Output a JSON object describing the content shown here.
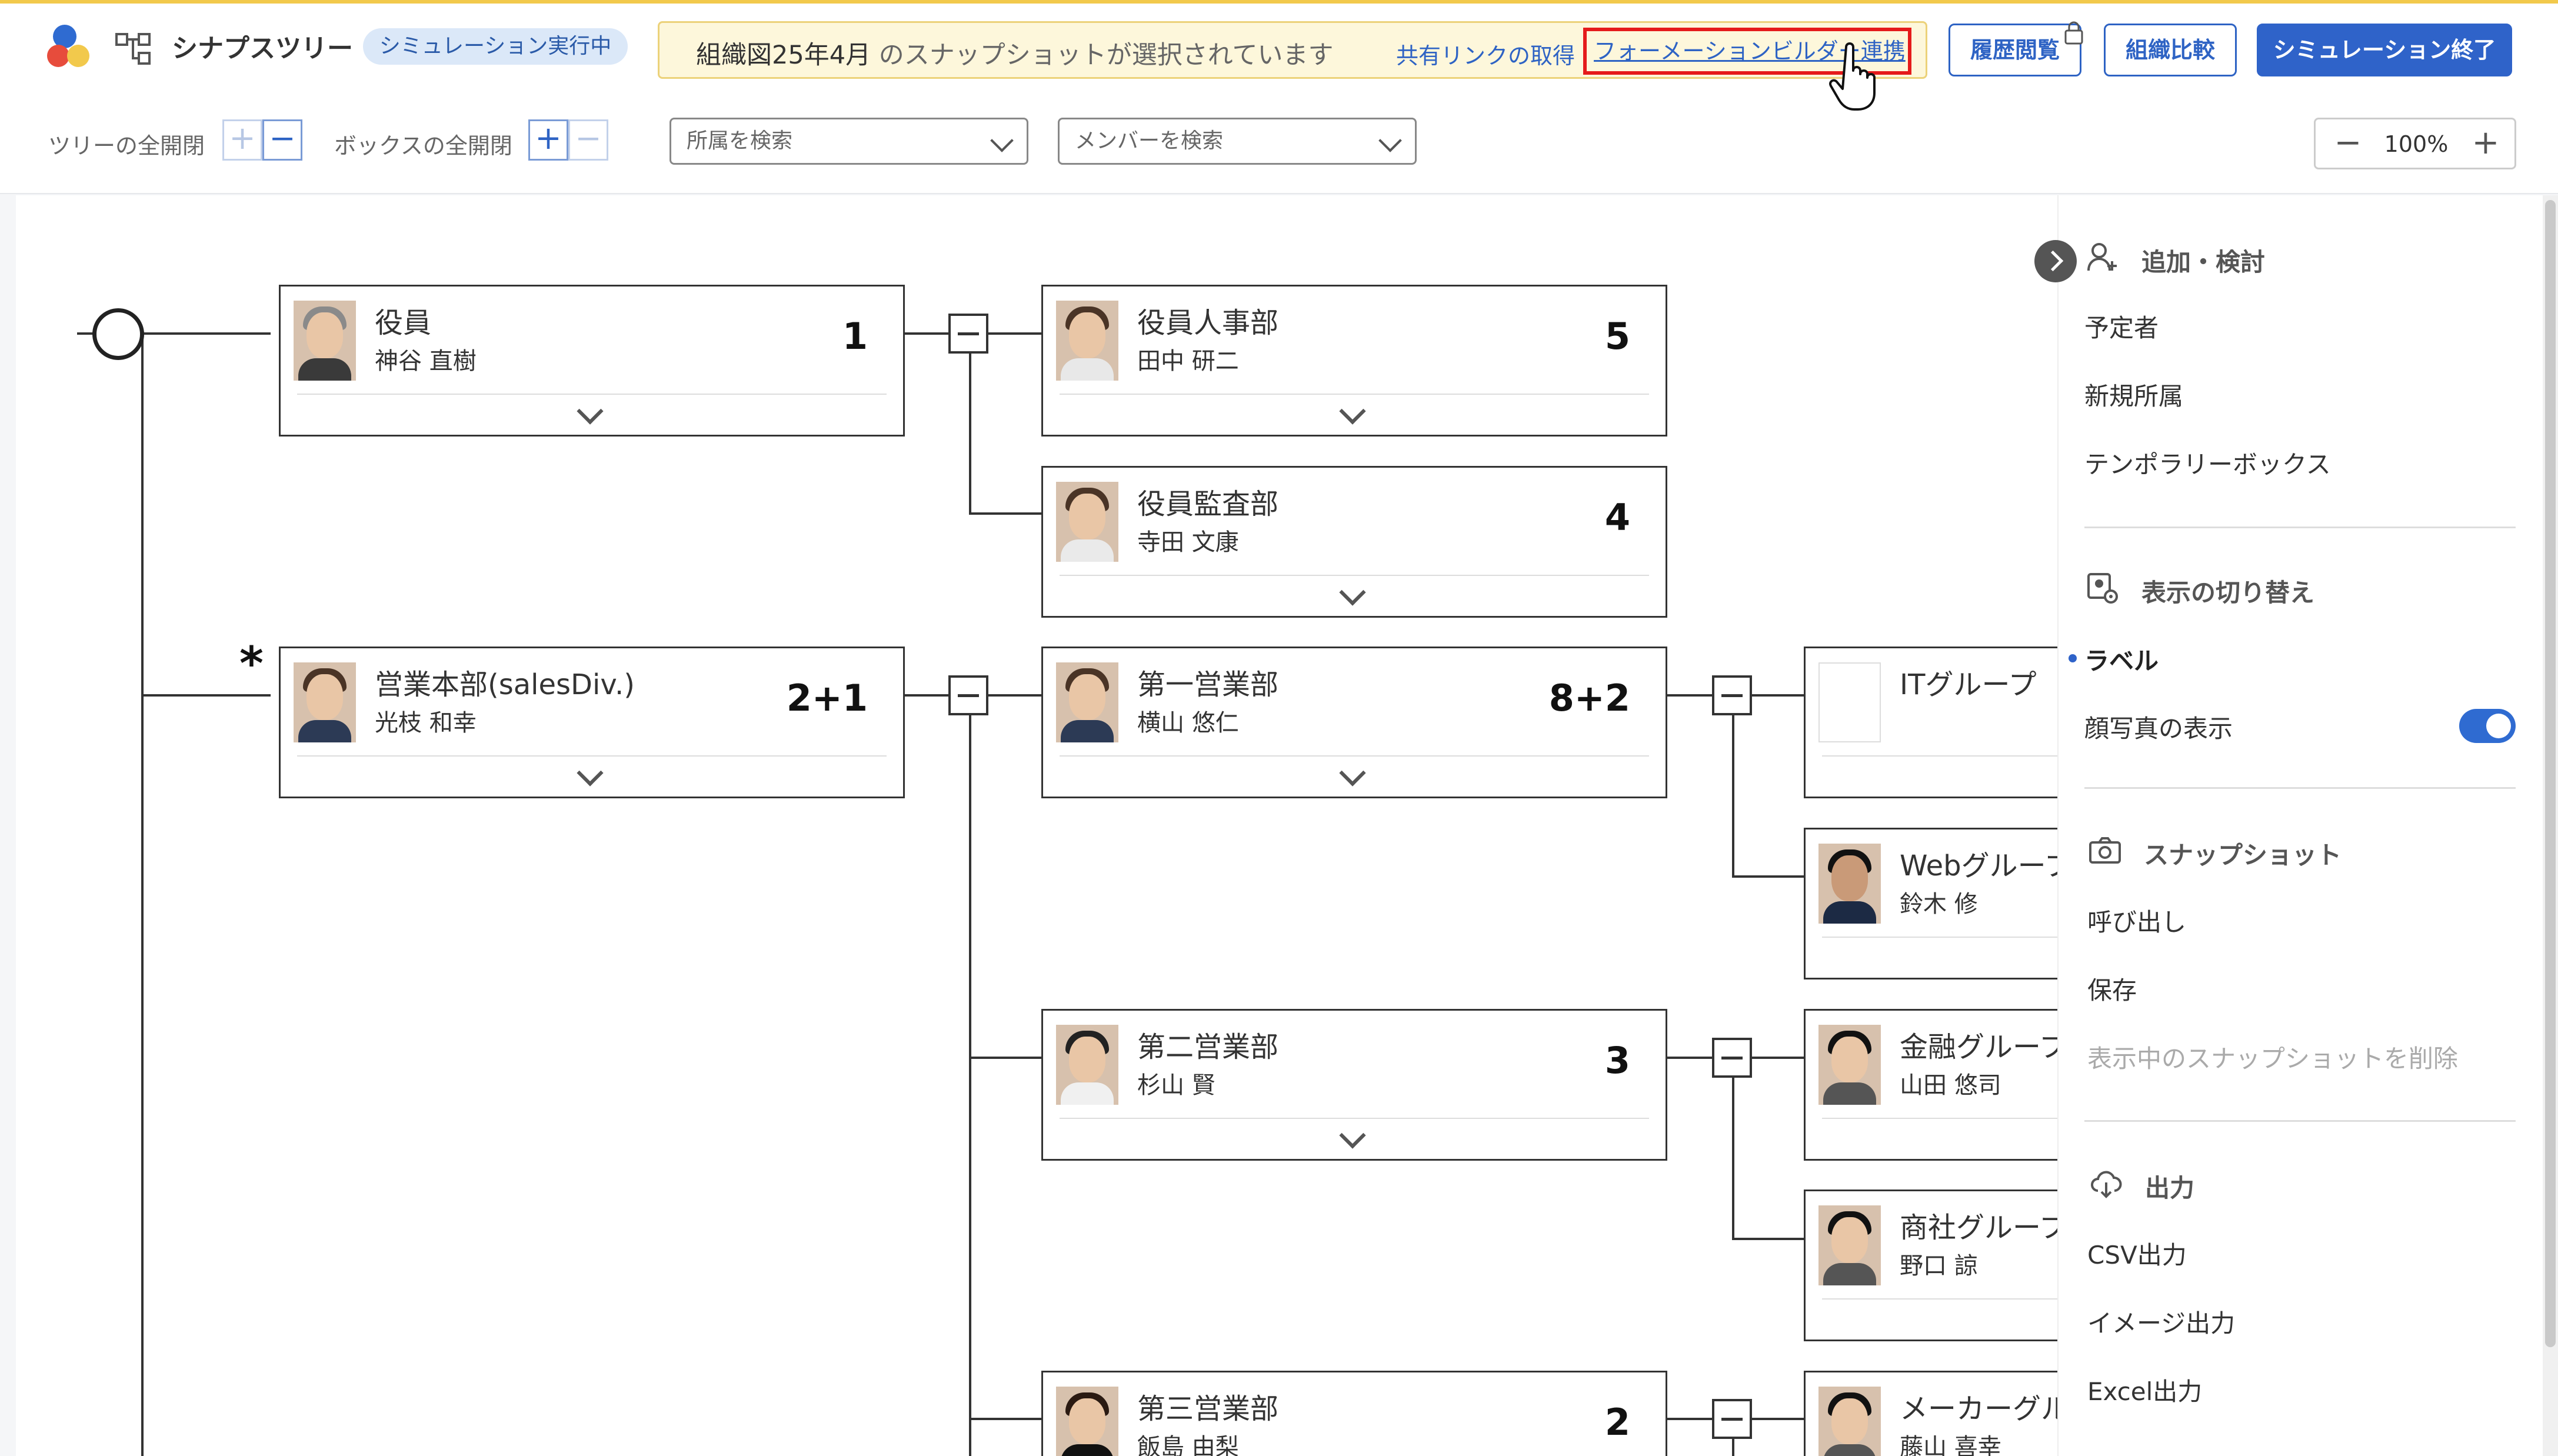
{
  "header": {
    "app_title": "シナプスツリー",
    "sim_badge": "シミュレーション実行中",
    "snapshot": {
      "name": "組織図25年4月",
      "message": "のスナップショットが選択されています",
      "share_link": "共有リンクの取得",
      "formation_link": "フォーメーションビルダー連携"
    },
    "buttons": {
      "history": "履歴閲覧",
      "compare": "組織比較",
      "end_sim": "シミュレーション終了"
    }
  },
  "toolbar": {
    "tree_expand_label": "ツリーの全開閉",
    "box_expand_label": "ボックスの全開閉",
    "dept_search_placeholder": "所属を検索",
    "member_search_placeholder": "メンバーを検索",
    "zoom": "100%"
  },
  "org": {
    "executives": {
      "dept": "役員",
      "person": "神谷 直樹",
      "count": "1"
    },
    "exec_hr": {
      "dept": "役員人事部",
      "person": "田中 研二",
      "count": "5"
    },
    "exec_audit": {
      "dept": "役員監査部",
      "person": "寺田 文康",
      "count": "4"
    },
    "sales_div": {
      "dept": "営業本部(salesDiv.)",
      "person": "光枝 和幸",
      "count": "2+1"
    },
    "sales_1": {
      "dept": "第一営業部",
      "person": "横山 悠仁",
      "count": "8+2"
    },
    "sales_2": {
      "dept": "第二営業部",
      "person": "杉山 賢",
      "count": "3"
    },
    "sales_3": {
      "dept": "第三営業部",
      "person": "飯島 由梨",
      "count": "2"
    },
    "it_group": {
      "dept": "ITグループ",
      "person": ""
    },
    "web_group": {
      "dept": "Webグループ",
      "person": "鈴木 修"
    },
    "finance_group": {
      "dept": "金融グループ",
      "person": "山田 悠司"
    },
    "trading_group": {
      "dept": "商社グループ",
      "person": "野口 諒"
    },
    "maker_group": {
      "dept": "メーカーグループ",
      "person": "藤山 喜幸"
    }
  },
  "panel": {
    "add_section": "追加・検討",
    "add_items": [
      "予定者",
      "新規所属",
      "テンポラリーボックス"
    ],
    "display_section": "表示の切り替え",
    "label_option": "ラベル",
    "photo_toggle_label": "顔写真の表示",
    "snapshot_section": "スナップショット",
    "snapshot_items": [
      "呼び出し",
      "保存"
    ],
    "snapshot_delete": "表示中のスナップショットを削除",
    "output_section": "出力",
    "output_items": [
      "CSV出力",
      "イメージ出力",
      "Excel出力"
    ]
  },
  "colors": {
    "accent": "#2f63c9",
    "highlight": "#e51b1b",
    "snapshot_bg": "#fdf7db",
    "toggle_on": "#2f6bd1"
  }
}
